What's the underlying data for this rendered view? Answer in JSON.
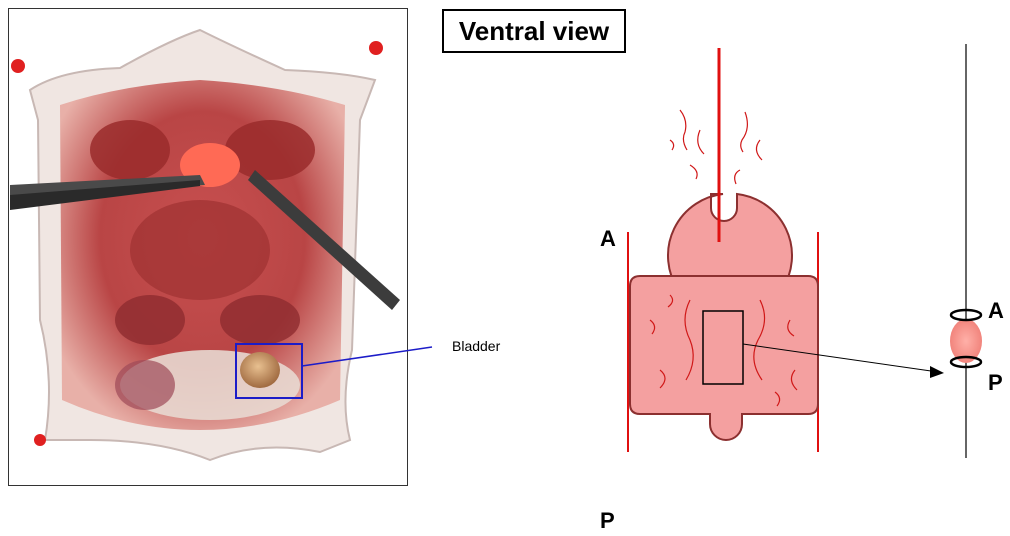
{
  "title": "Ventral view",
  "callout_label": "Bladder",
  "labels": {
    "anterior_left": "A",
    "posterior_bottom": "P",
    "anterior_right": "A",
    "posterior_right": "P"
  },
  "colors": {
    "tissue_fill": "#f4a0a0",
    "tissue_stroke": "#8c3030",
    "red_line": "#e01010",
    "vessel": "#d01818",
    "callout_line": "#1c1cc8",
    "callout_box": "#1c1cc8"
  }
}
